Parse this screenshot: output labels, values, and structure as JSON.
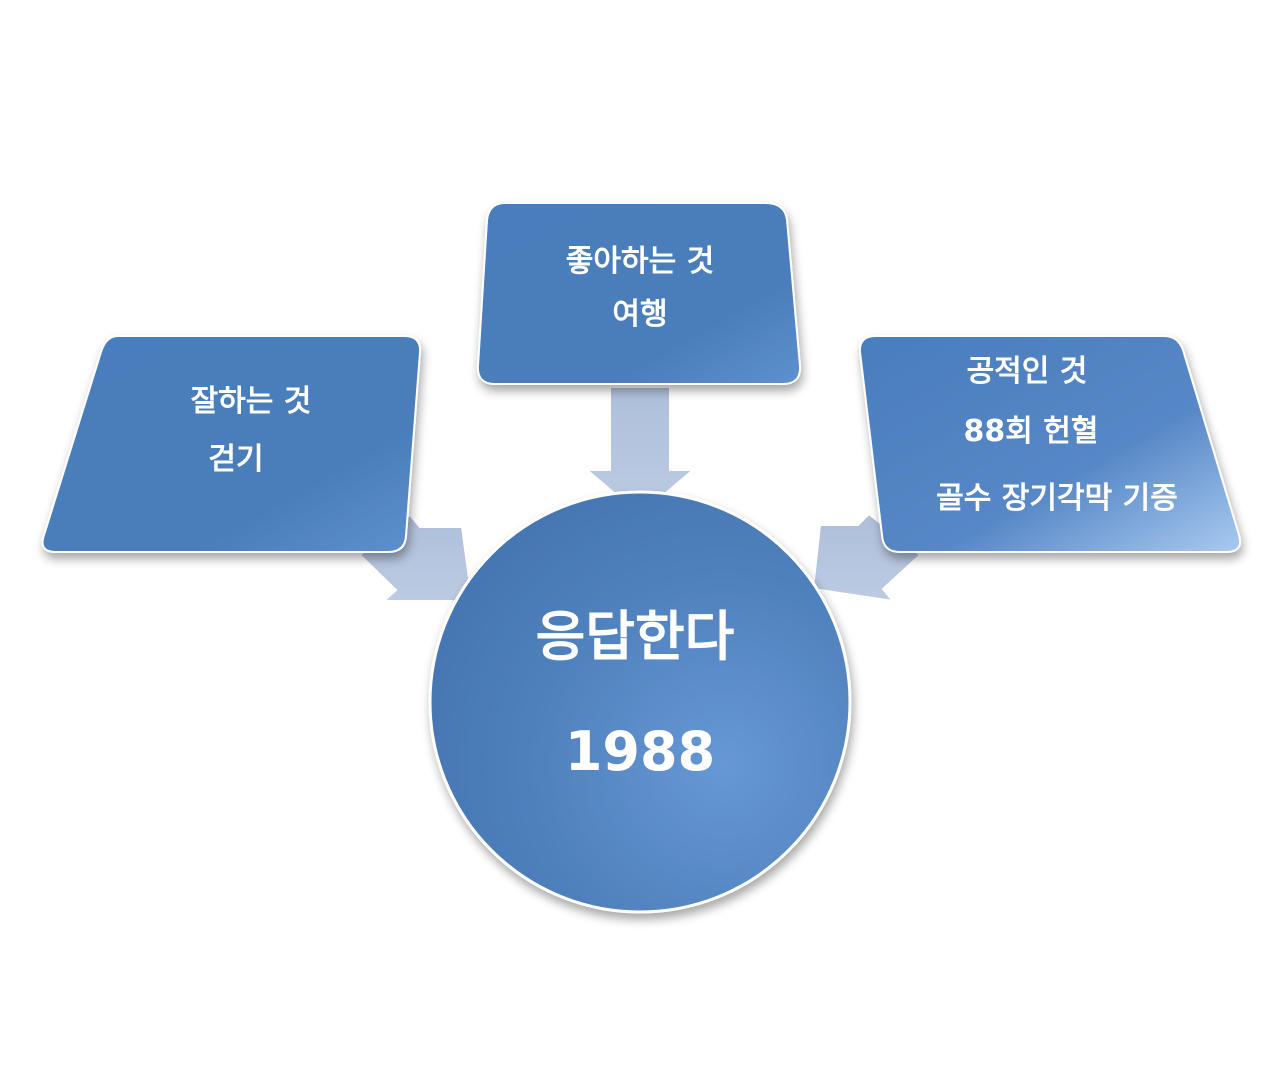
{
  "diagram": {
    "center": {
      "line1": "응답한다",
      "line2": "1988"
    },
    "left": {
      "line1": "잘하는 것",
      "line2": "걷기"
    },
    "top": {
      "line1": "좋아하는 것",
      "line2": "여행"
    },
    "right": {
      "line1": "공적인 것",
      "line2": "88회 헌혈",
      "line3": "골수 장기각막 기증"
    },
    "colors": {
      "box_fill": "#4a7ebb",
      "circle_fill": "#4f81bd",
      "arrow_fill": "#b3c3dd",
      "text": "#ffffff",
      "background": "#ffffff"
    }
  }
}
